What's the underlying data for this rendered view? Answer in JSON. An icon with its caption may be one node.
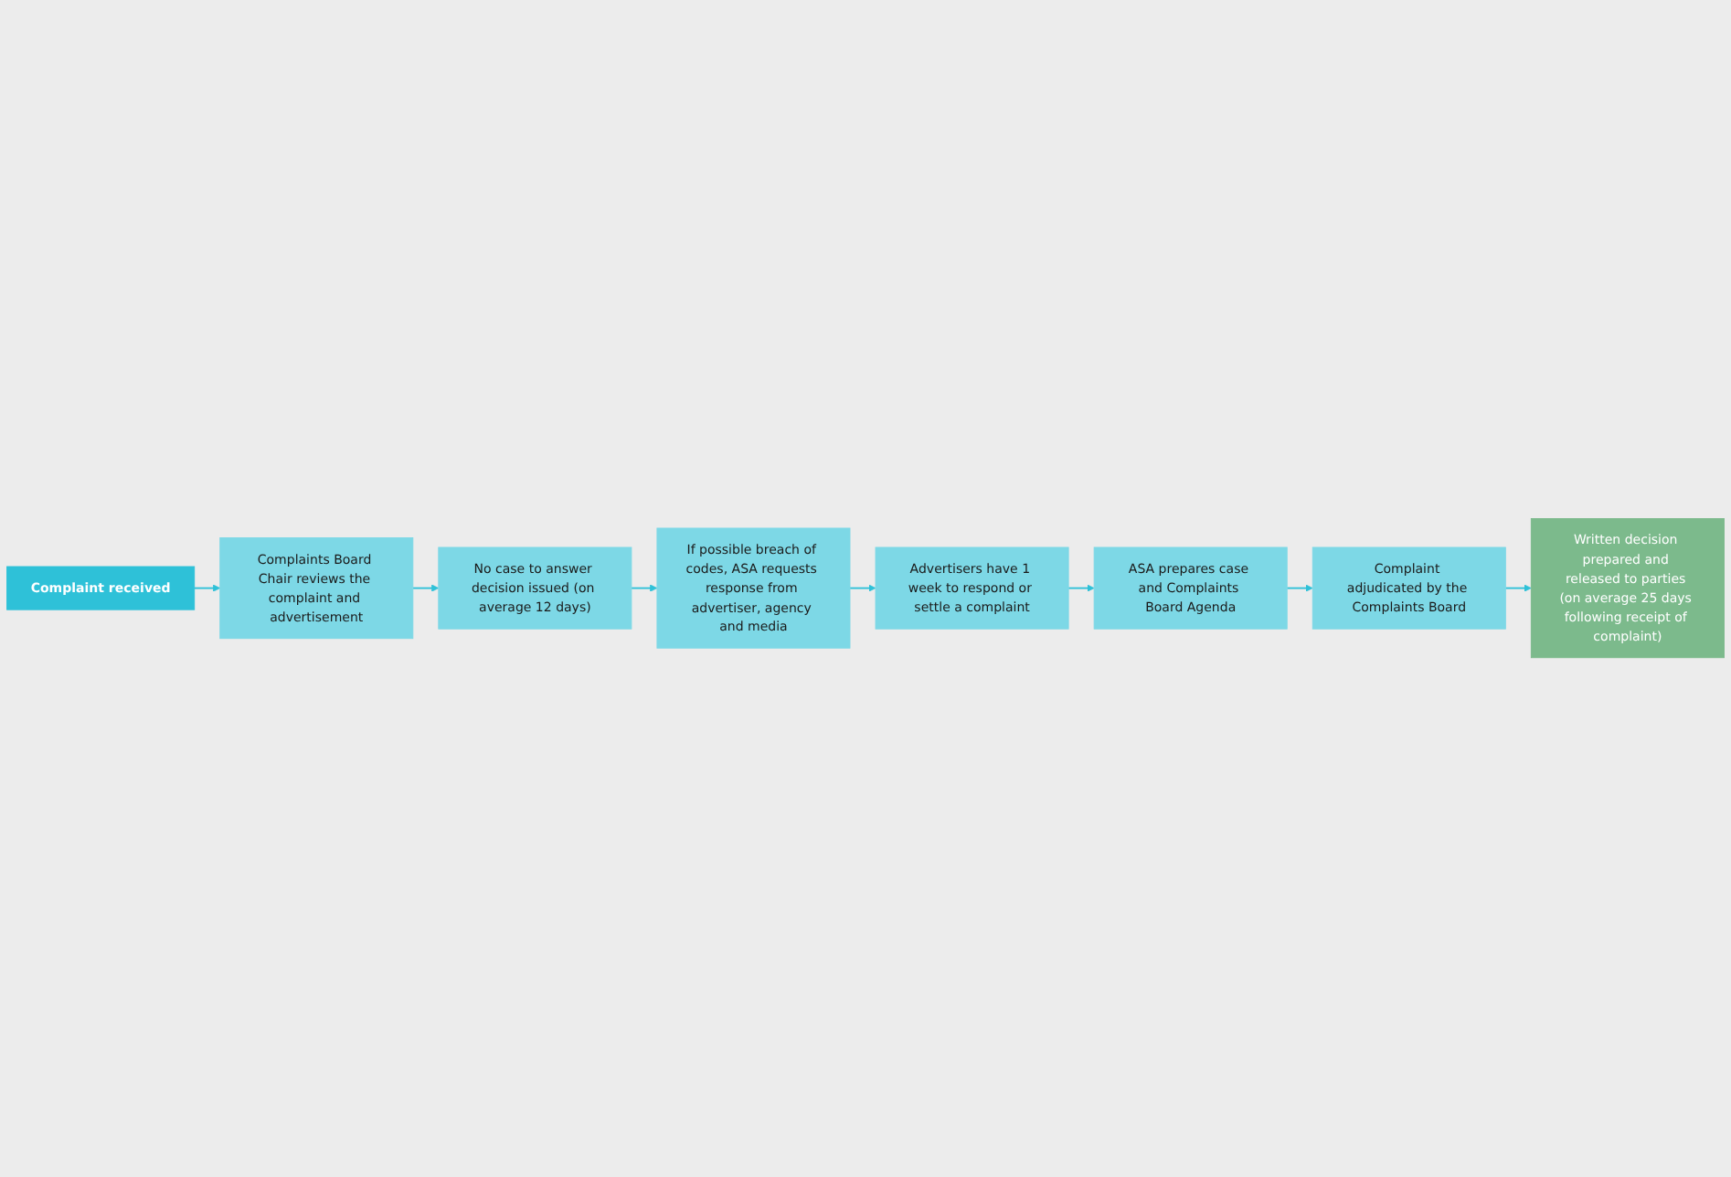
{
  "diagram": {
    "nodes": [
      {
        "text": [
          "Complaint received"
        ]
      },
      {
        "text": [
          "Complaints Board Chair reviews the complaint and advertisement"
        ]
      },
      {
        "text": [
          "No case to answer decision issued (on average 12 days)"
        ]
      },
      {
        "text": [
          "If possible breach of codes, ASA requests response from advertiser, agency and media"
        ]
      },
      {
        "text": [
          "Advertisers have 1 week to respond or settle a complaint"
        ]
      },
      {
        "text": [
          "ASA prepares case and Complaints Board Agenda"
        ]
      },
      {
        "text": [
          "Complaint adjudicated by the Complaints Board"
        ]
      },
      {
        "text": [
          "Written decision prepared and released to parties (on average 25 days following receipt of complaint)"
        ]
      }
    ],
    "edges": [
      {
        "from": 0,
        "to": 1,
        "arrow": "to"
      },
      {
        "from": 1,
        "to": 2,
        "arrow": "to"
      },
      {
        "from": 2,
        "to": 3,
        "arrow": "to"
      },
      {
        "from": 3,
        "to": 4,
        "arrow": "to"
      },
      {
        "from": 4,
        "to": 5,
        "arrow": "to"
      },
      {
        "from": 5,
        "to": 6,
        "arrow": "to"
      },
      {
        "from": 6,
        "to": 7,
        "arrow": "to"
      }
    ]
  }
}
